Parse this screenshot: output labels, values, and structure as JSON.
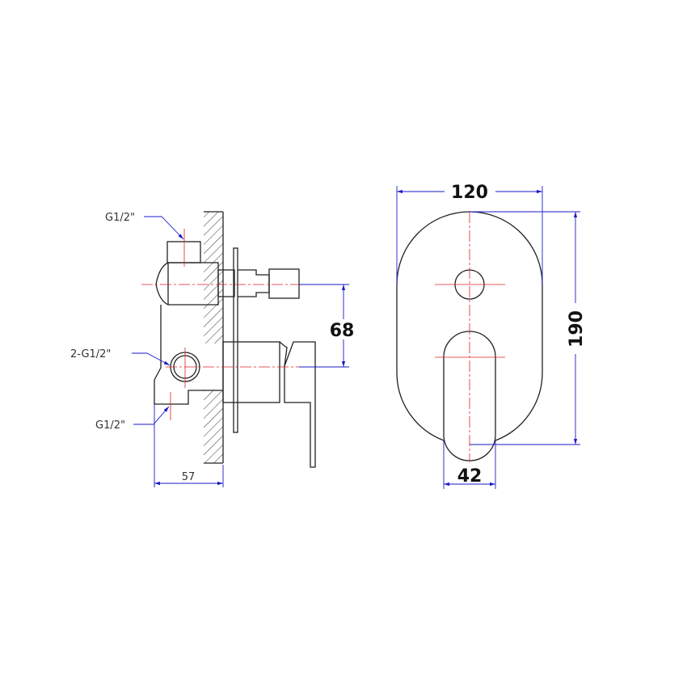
{
  "side_view": {
    "labels": {
      "inlet_top": "G1/2\"",
      "outlet_mid": "2-G1/2\"",
      "inlet_bottom": "G1/2\""
    },
    "dimensions": {
      "depth": "57",
      "spacing": "68"
    }
  },
  "front_view": {
    "dimensions": {
      "width": "120",
      "height": "190",
      "lever_width": "42"
    }
  },
  "colors": {
    "outline": "#222222",
    "centerline": "#e02020",
    "dimension": "#1a1acc"
  }
}
